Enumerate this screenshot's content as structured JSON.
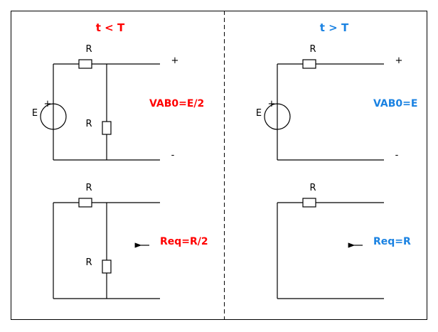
{
  "colors": {
    "left": "#ff0000",
    "right": "#1a82e2",
    "line": "#000000"
  },
  "left": {
    "title": "t < T",
    "top": {
      "r_series": "R",
      "r_shunt": "R",
      "source": "E",
      "source_plus": "+",
      "term_plus": "+",
      "term_minus": "-",
      "result": "VAB0=E/2"
    },
    "bottom": {
      "r_series": "R",
      "r_shunt": "R",
      "result": "Req=R/2"
    }
  },
  "right": {
    "title": "t > T",
    "top": {
      "r_series": "R",
      "source": "E",
      "source_plus": "+",
      "term_plus": "+",
      "term_minus": "-",
      "result": "VAB0=E"
    },
    "bottom": {
      "r_series": "R",
      "result": "Req=R"
    }
  }
}
